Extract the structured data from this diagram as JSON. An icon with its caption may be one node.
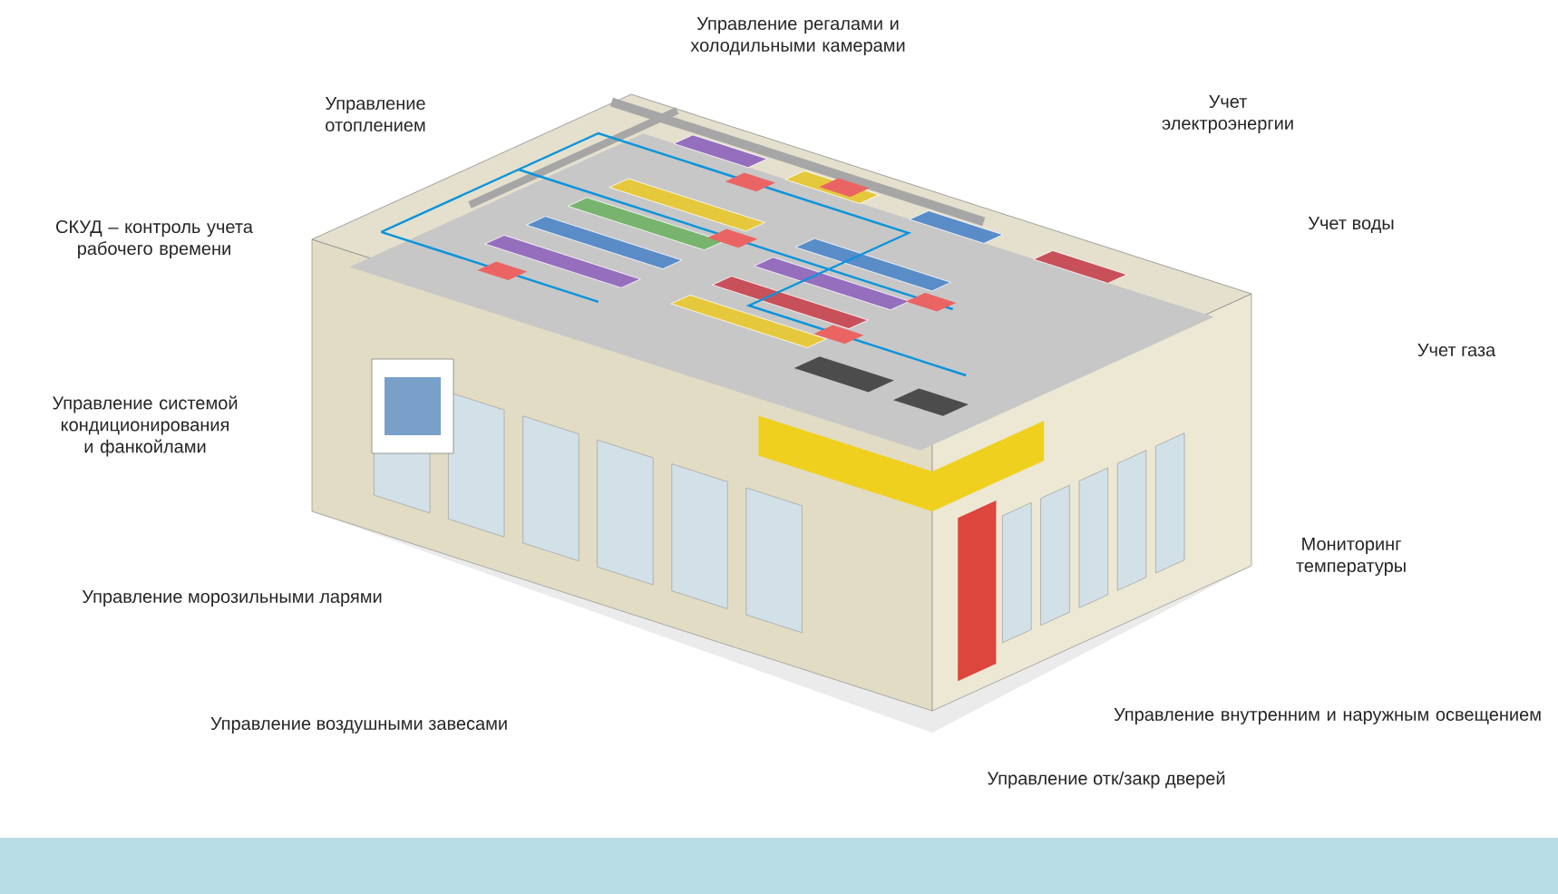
{
  "diagram": {
    "labels": [
      "Управление регалами и холодильными камерами",
      "Управление отоплением",
      "Учет электроэнергии",
      "СКУД – контроль учета рабочего времени",
      "Учет воды",
      "Учет газа",
      "Управление системой кондиционирования и фанкойлами",
      "Мониторинг температуры",
      "Управление морозильными ларями",
      "Управление внутренним и наружным освещением",
      "Управление воздушными завесами",
      "Управление отк/закр дверей"
    ]
  }
}
